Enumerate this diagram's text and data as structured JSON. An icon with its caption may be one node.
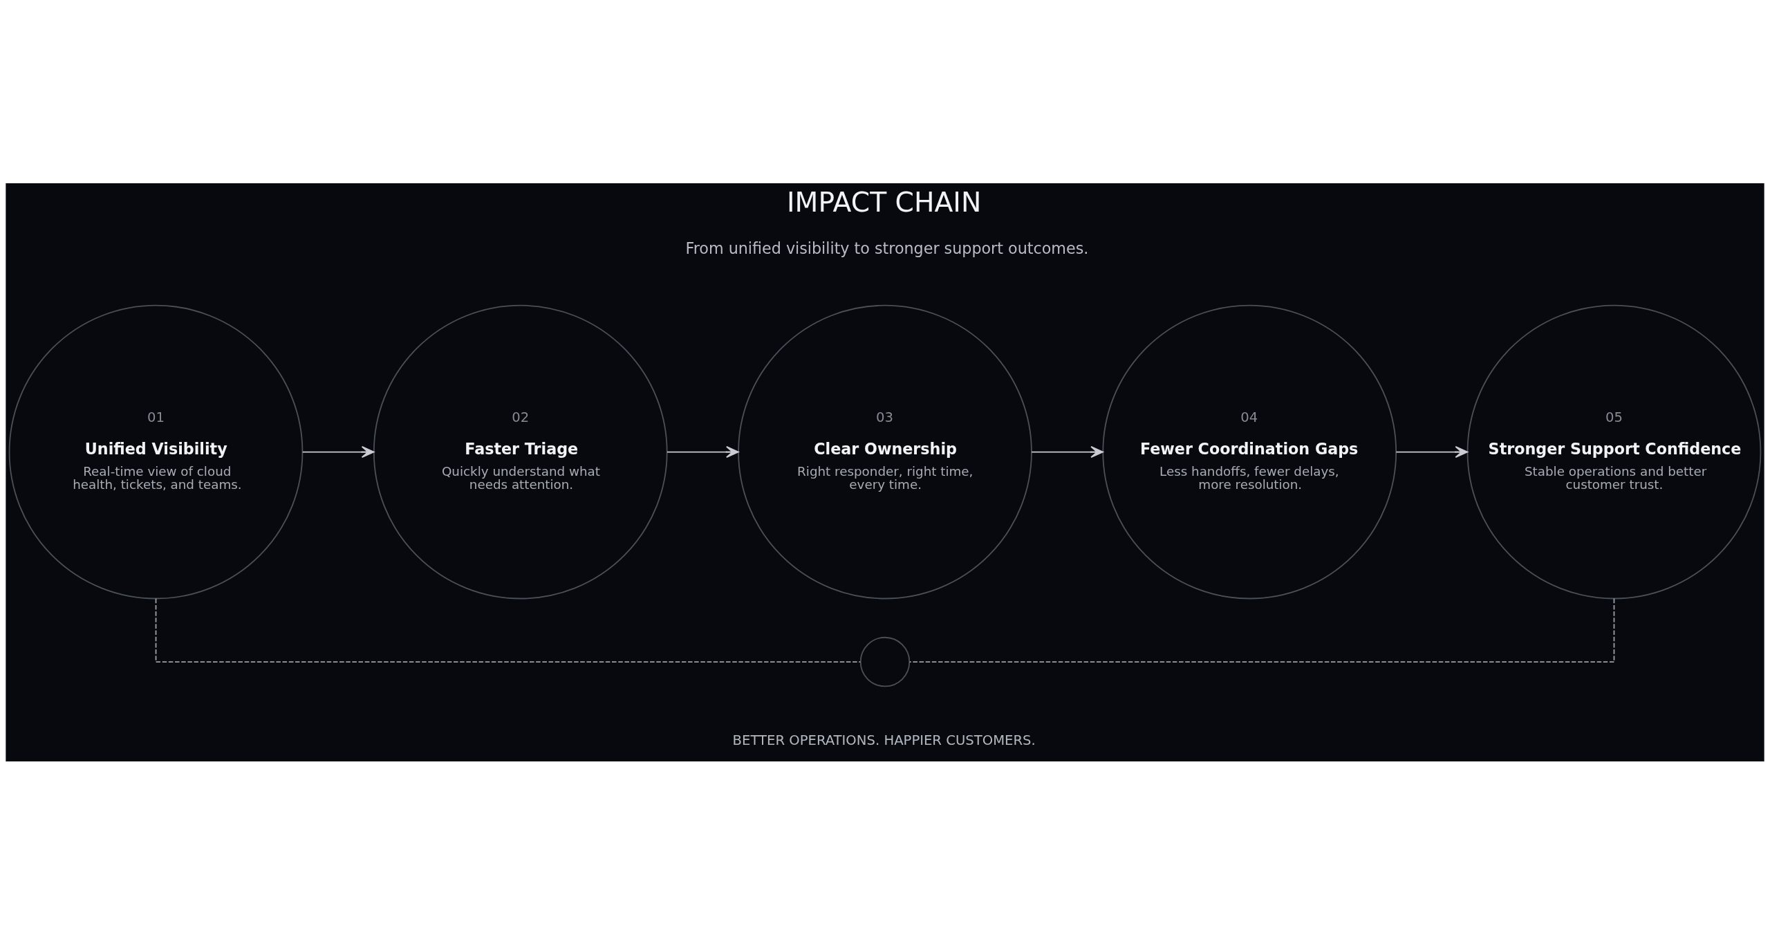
{
  "diagram": {
    "title": "IMPACT CHAIN",
    "nodes": [
      {
        "text": [
          "01",
          "Unified Visibility",
          "Real-time view of cloud health, tickets, and teams."
        ]
      },
      {
        "text": [
          "02",
          "Faster Triage",
          "Quickly understand what needs attention."
        ]
      },
      {
        "text": [
          "03",
          "Clear Ownership",
          "Right responder, right time, every time."
        ]
      },
      {
        "text": [
          "04",
          "Fewer Coordination Gaps",
          "Less handoffs, fewer delays, more resolution."
        ]
      },
      {
        "text": [
          "05",
          "Stronger Support Confidence",
          "Stable operations and better customer trust."
        ]
      },
      {
        "text": [],
        "shape": "circle"
      }
    ],
    "edges": [
      {
        "from": 0,
        "to": 1,
        "arrow": "to"
      },
      {
        "from": 1,
        "to": 2,
        "arrow": "to"
      },
      {
        "from": 2,
        "to": 3,
        "arrow": "to"
      },
      {
        "from": 3,
        "to": 4,
        "arrow": "to"
      },
      {
        "from": 0,
        "to": 5,
        "arrow": "none",
        "style": "dashed"
      },
      {
        "from": 4,
        "to": 5,
        "arrow": "none",
        "style": "dashed"
      }
    ],
    "labels": [
      "From unified visibility to stronger support outcomes.",
      "BETTER OPERATIONS. HAPPIER CUSTOMERS."
    ]
  }
}
